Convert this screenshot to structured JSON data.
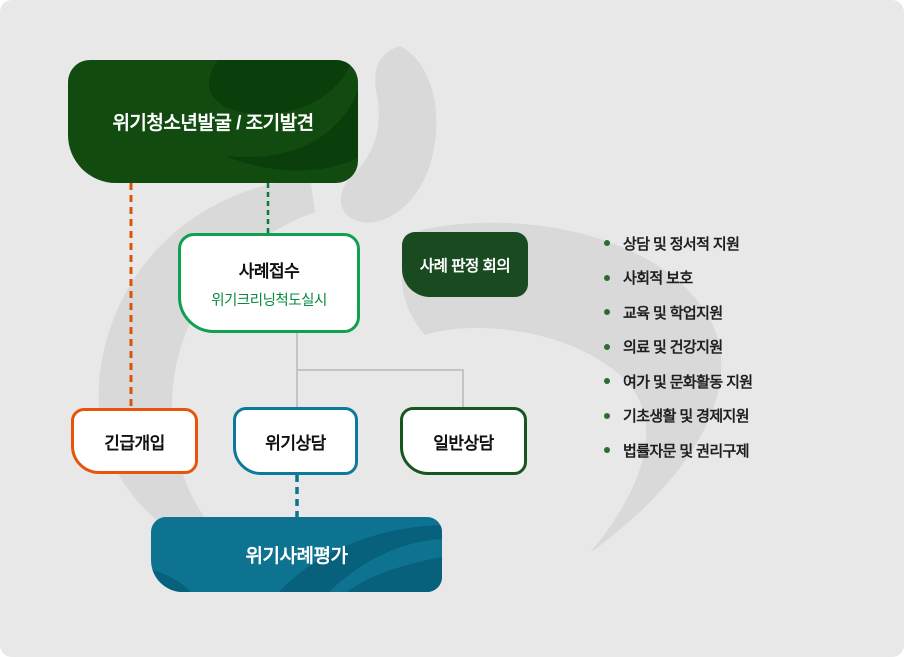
{
  "flow": {
    "discovery_label": "위기청소년발굴 / 조기발견",
    "intake_title": "사례접수",
    "intake_subtitle": "위기크리닝척도실시",
    "meeting_label": "사례 판정 회의",
    "branches": [
      {
        "label": "긴급개입"
      },
      {
        "label": "위기상담"
      },
      {
        "label": "일반상담"
      }
    ],
    "evaluation_label": "위기사례평가"
  },
  "support_services": {
    "items": [
      "상담 및 정서적 지원",
      "사회적 보호",
      "교육 및 학업지원",
      "의료 및 건강지원",
      "여가 및 문화활동 지원",
      "기초생활 및 경제지원",
      "법률자문 및 권리구제"
    ]
  },
  "colors": {
    "background": "#e8e8e8",
    "swirl_gray": "#d9d9d9",
    "discovery_green": "#114b10",
    "meeting_green": "#1a4a1f",
    "intake_border_green": "#0fa050",
    "intake_subtitle_green": "#0a8a3e",
    "emergency_orange": "#e5560b",
    "crisis_teal": "#0e7a99",
    "general_green": "#17571d",
    "evaluation_teal": "#0d7391",
    "connector_gray": "#b8b8b8",
    "bullet_green": "#2e6b2e"
  }
}
